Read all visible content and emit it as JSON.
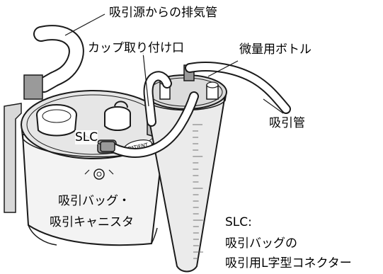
{
  "labels": {
    "exhaust_tube": "吸引源からの排気管",
    "cup_fitting": "カップ取り付け口",
    "small_bottle": "微量用ボトル",
    "suction_tube": "吸引管",
    "slc": "SLC",
    "bag_line1": "吸引バッグ・",
    "bag_line2": "吸引キャニスタ",
    "slc_def_line1": "SLC:",
    "slc_def_line2": "吸引バッグの",
    "slc_def_line3": "吸引用L字型コネクター"
  },
  "patient_tag": "PATIENT",
  "colors": {
    "line": "#1a1a1a",
    "canister": "#f3f3f3",
    "lid": "#e6e6e6",
    "tube": "#ffffff",
    "connector": "#9a9a9a",
    "bottle": "#ebebeb"
  }
}
